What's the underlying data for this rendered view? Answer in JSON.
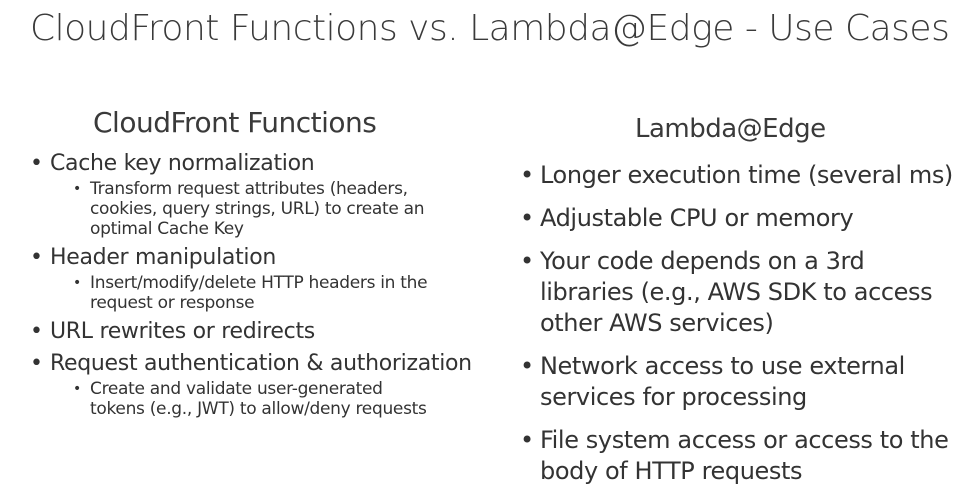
{
  "slide": {
    "title": "CloudFront Functions vs. Lambda@Edge - Use Cases"
  },
  "left": {
    "heading": "CloudFront Functions",
    "items": [
      {
        "label": "Cache key normalization",
        "sub": [
          [
            "Transform request attributes (headers,",
            "cookies, query strings, URL) to create an",
            "optimal Cache Key"
          ]
        ]
      },
      {
        "label": "Header manipulation",
        "sub": [
          [
            "Insert/modify/delete HTTP headers in the",
            "request or response"
          ]
        ]
      },
      {
        "label": "URL rewrites or redirects",
        "sub": []
      },
      {
        "label": "Request authentication & authorization",
        "sub": [
          [
            "Create and validate user-generated",
            "tokens (e.g., JWT) to allow/deny requests"
          ]
        ]
      }
    ]
  },
  "right": {
    "heading": "Lambda@Edge",
    "items": [
      {
        "lines": [
          "Longer execution time (several ms)"
        ]
      },
      {
        "lines": [
          "Adjustable CPU or memory"
        ]
      },
      {
        "lines": [
          "Your code depends on a 3rd",
          "libraries (e.g., AWS SDK to access",
          "other AWS services)"
        ]
      },
      {
        "lines": [
          "Network access to use external",
          "services for processing"
        ]
      },
      {
        "lines": [
          "File system access or access to the",
          "body of HTTP requests"
        ]
      }
    ]
  }
}
